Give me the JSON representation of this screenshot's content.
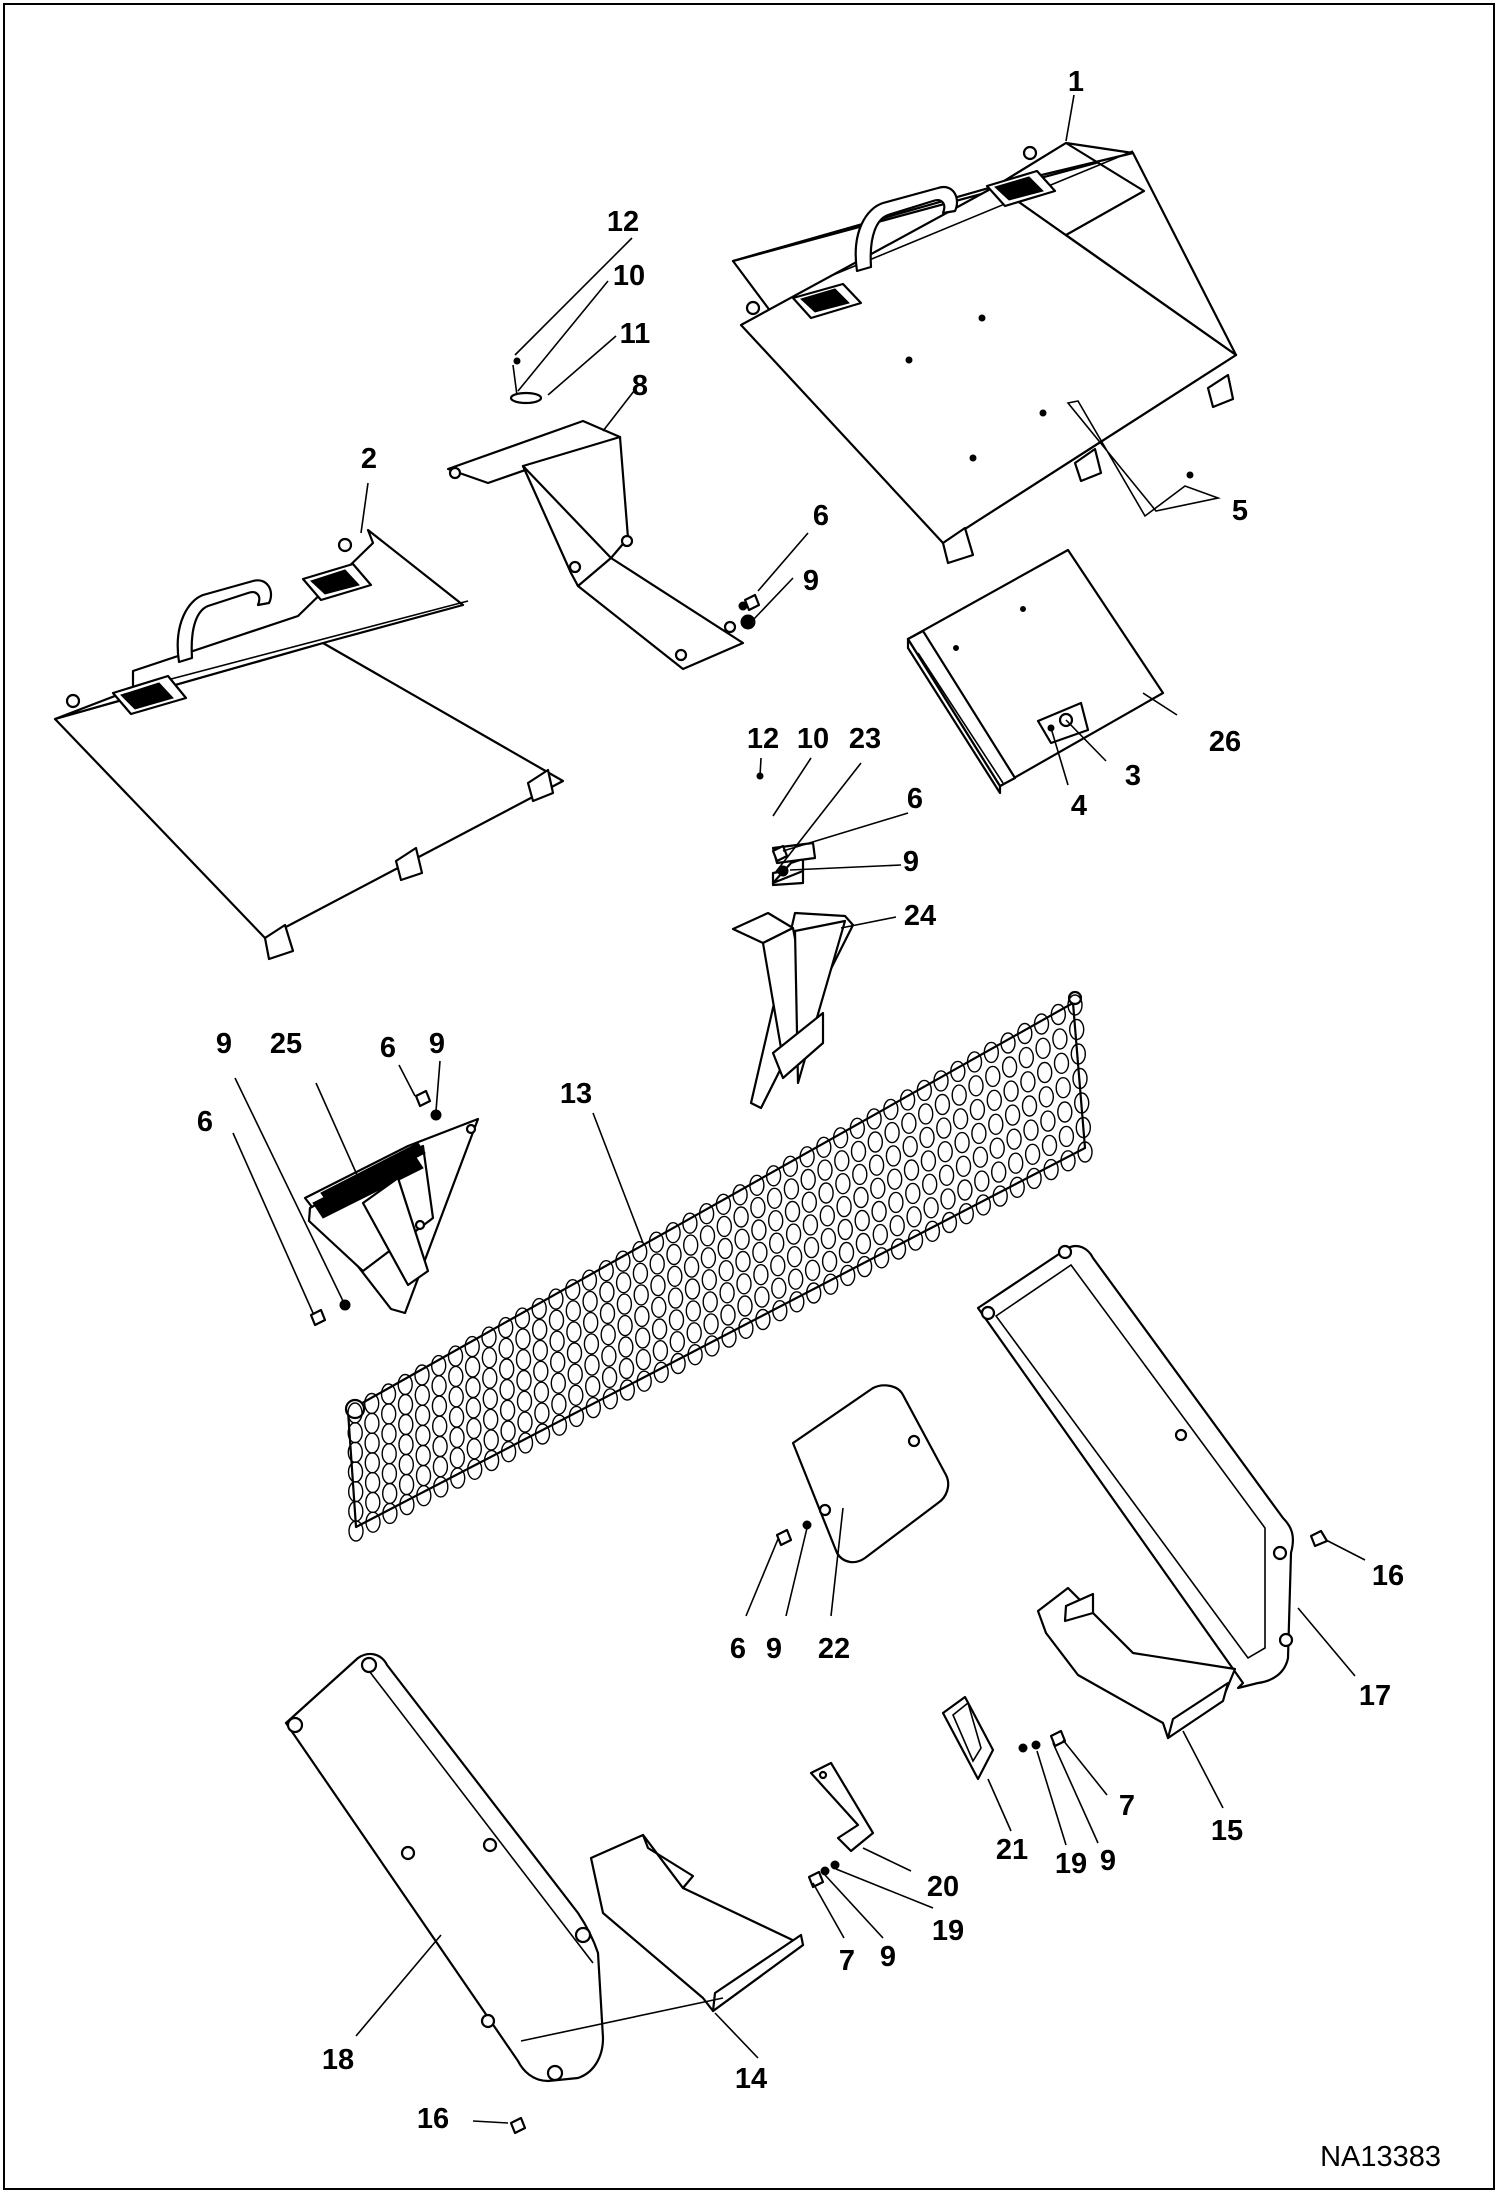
{
  "figure": {
    "id": "NA13383"
  },
  "callouts": [
    {
      "label": "1"
    },
    {
      "label": "12"
    },
    {
      "label": "10"
    },
    {
      "label": "11"
    },
    {
      "label": "8"
    },
    {
      "label": "2"
    },
    {
      "label": "6"
    },
    {
      "label": "9"
    },
    {
      "label": "5"
    },
    {
      "label": "26"
    },
    {
      "label": "3"
    },
    {
      "label": "4"
    },
    {
      "label": "12"
    },
    {
      "label": "10"
    },
    {
      "label": "23"
    },
    {
      "label": "6"
    },
    {
      "label": "9"
    },
    {
      "label": "24"
    },
    {
      "label": "9"
    },
    {
      "label": "25"
    },
    {
      "label": "6"
    },
    {
      "label": "9"
    },
    {
      "label": "6"
    },
    {
      "label": "13"
    },
    {
      "label": "16"
    },
    {
      "label": "17"
    },
    {
      "label": "6"
    },
    {
      "label": "9"
    },
    {
      "label": "22"
    },
    {
      "label": "15"
    },
    {
      "label": "7"
    },
    {
      "label": "21"
    },
    {
      "label": "19"
    },
    {
      "label": "9"
    },
    {
      "label": "20"
    },
    {
      "label": "19"
    },
    {
      "label": "7"
    },
    {
      "label": "9"
    },
    {
      "label": "18"
    },
    {
      "label": "14"
    },
    {
      "label": "16"
    }
  ]
}
